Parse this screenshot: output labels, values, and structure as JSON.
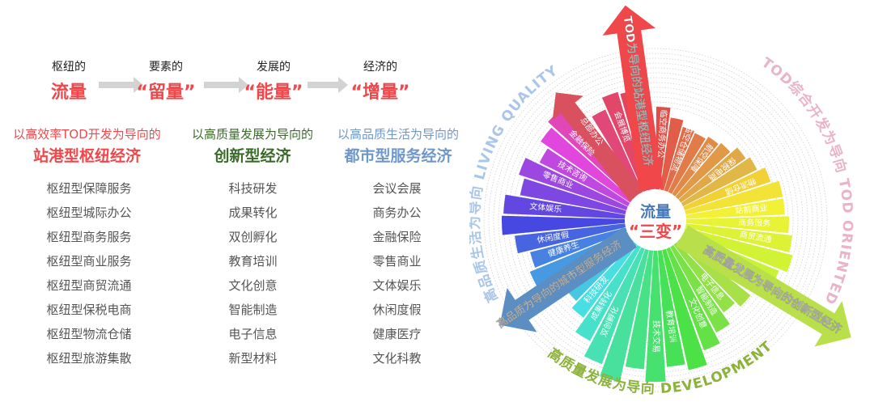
{
  "flow": [
    {
      "top": "枢纽的",
      "main": "流量"
    },
    {
      "top": "要素的",
      "main": "“留量”"
    },
    {
      "top": "发展的",
      "main": "“能量”"
    },
    {
      "top": "经济的",
      "main": "“增量”"
    }
  ],
  "columns": [
    {
      "subtitle": "以高效率TOD开发为导向的",
      "title": "站港型枢纽经济",
      "color": "#f0474b",
      "items": [
        "枢纽型保障服务",
        "枢纽型城际办公",
        "枢纽型商务服务",
        "枢纽型商业服务",
        "枢纽型商贸流通",
        "枢纽型保税电商",
        "枢纽型物流仓储",
        "枢纽型旅游集散"
      ]
    },
    {
      "subtitle": "以高质量发展为导向的",
      "title": "创新型经济",
      "color": "#3a6b2a",
      "items": [
        "科技研发",
        "成果转化",
        "双创孵化",
        "教育培训",
        "文化创意",
        "智能制造",
        "电子信息",
        "新型材料"
      ]
    },
    {
      "subtitle": "以高品质生活为导向的",
      "title": "都市型服务经济",
      "color": "#6f97c9",
      "items": [
        "会议会展",
        "商务办公",
        "金融保险",
        "零售商业",
        "文体娱乐",
        "休闲度假",
        "健康医疗",
        "文化科教"
      ]
    }
  ],
  "wheel": {
    "center_top": "流量",
    "center_bottom": "“三变”",
    "arrow_red": "TOD为导向的站港型枢纽经济",
    "arrow_blue": "高品质为导向的城市型服务经济",
    "arrow_green": "高质量发展为导向的创新型经济",
    "arc_left": "高品质生活为导向 LIVING QUALITY",
    "arc_right": "TOD综合开发为导向 TOD ORIENTED",
    "arc_bottom": "高质量发展为导向 DEVELOPMENT",
    "bar_labels": [
      "临空商务办公",
      "临空仓储物流",
      "航空保障",
      "保税电商",
      "物流仓储",
      "站前商业",
      "商务服务",
      "商贸流通",
      "电子信息",
      "智能制造",
      "文化创意",
      "教育培训",
      "技术交易",
      "双创孵化",
      "成果转化",
      "科技研发",
      "健康养生",
      "休闲度假",
      "文体娱乐",
      "零售商业",
      "技术咨询",
      "总部办公",
      "金融保险",
      "会展博览"
    ],
    "colors": {
      "red": "#f0474b",
      "blue": "#5b8fc4",
      "green": "#b9e04a",
      "left_arc": "#a9c6e8",
      "right_arc": "#eab3c6",
      "bottom_arc": "#8cb23a"
    }
  }
}
